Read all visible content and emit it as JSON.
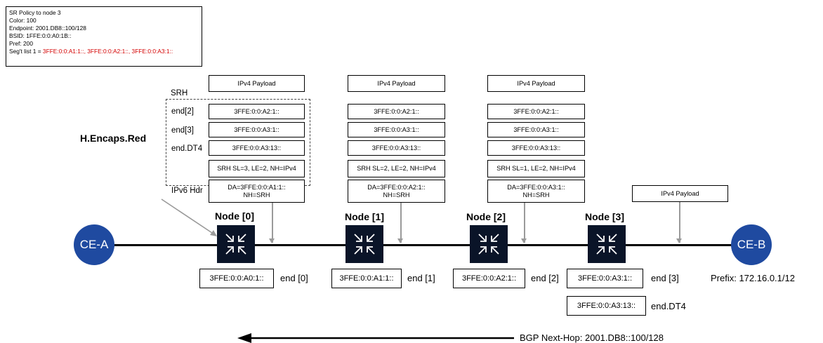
{
  "policy": {
    "lines": [
      "SR Policy to node 3",
      "Color: 100",
      "Endpoint: 2001.DB8::100/128",
      "BSID: 1FFE:0:0:A0:1B::",
      "Pref: 200"
    ],
    "seglist_prefix": "Seg't list 1 = ",
    "seglist_value": "3FFE:0:0:A1:1::, 3FFE:0:0:A2:1::, 3FFE:0:0:A3:1::",
    "seglist_color": "#d40000"
  },
  "labels": {
    "encap": "H.Encaps.Red",
    "srh": "SRH",
    "end2": "end[2]",
    "end3": "end[3]",
    "enddt4": "end.DT4",
    "ipv6hdr": "IPv6 Hdr"
  },
  "stacks": [
    {
      "payload": "IPv4 Payload",
      "seg2": "3FFE:0:0:A2:1::",
      "seg3": "3FFE:0:0:A3:1::",
      "seg4": "3FFE:0:0:A3:13::",
      "srh": "SRH SL=3, LE=2, NH=IPv4",
      "da1": "DA=3FFE:0:0:A1:1::",
      "da2": "NH=SRH"
    },
    {
      "payload": "IPv4 Payload",
      "seg2": "3FFE:0:0:A2:1::",
      "seg3": "3FFE:0:0:A3:1::",
      "seg4": "3FFE:0:0:A3:13::",
      "srh": "SRH SL=2, LE=2, NH=IPv4",
      "da1": "DA=3FFE:0:0:A2:1::",
      "da2": "NH=SRH"
    },
    {
      "payload": "IPv4 Payload",
      "seg2": "3FFE:0:0:A2:1::",
      "seg3": "3FFE:0:0:A3:1::",
      "seg4": "3FFE:0:0:A3:13::",
      "srh": "SRH SL=1, LE=2, NH=IPv4",
      "da1": "DA=3FFE:0:0:A3:1::",
      "da2": "NH=SRH"
    }
  ],
  "final_payload": "IPv4 Payload",
  "ce_a": "CE-A",
  "ce_b": "CE-B",
  "nodes": [
    {
      "label": "Node [0]",
      "sid": "3FFE:0:0:A0:1::",
      "end": "end [0]"
    },
    {
      "label": "Node [1]",
      "sid": "3FFE:0:0:A1:1::",
      "end": "end [1]"
    },
    {
      "label": "Node [2]",
      "sid": "3FFE:0:0:A2:1::",
      "end": "end [2]"
    },
    {
      "label": "Node [3]",
      "sid": "3FFE:0:0:A3:1::",
      "end": "end [3]"
    }
  ],
  "dt4": {
    "sid": "3FFE:0:0:A3:13::",
    "end": "end.DT4"
  },
  "prefix": "Prefix: 172.16.0.1/12",
  "bgp": "BGP Next-Hop: 2001.DB8::100/128",
  "colors": {
    "ce": "#1f4aa0",
    "node": "#0a1428",
    "arrow": "#9a9a9a"
  },
  "icons": {
    "node": "router-arrows-icon"
  }
}
